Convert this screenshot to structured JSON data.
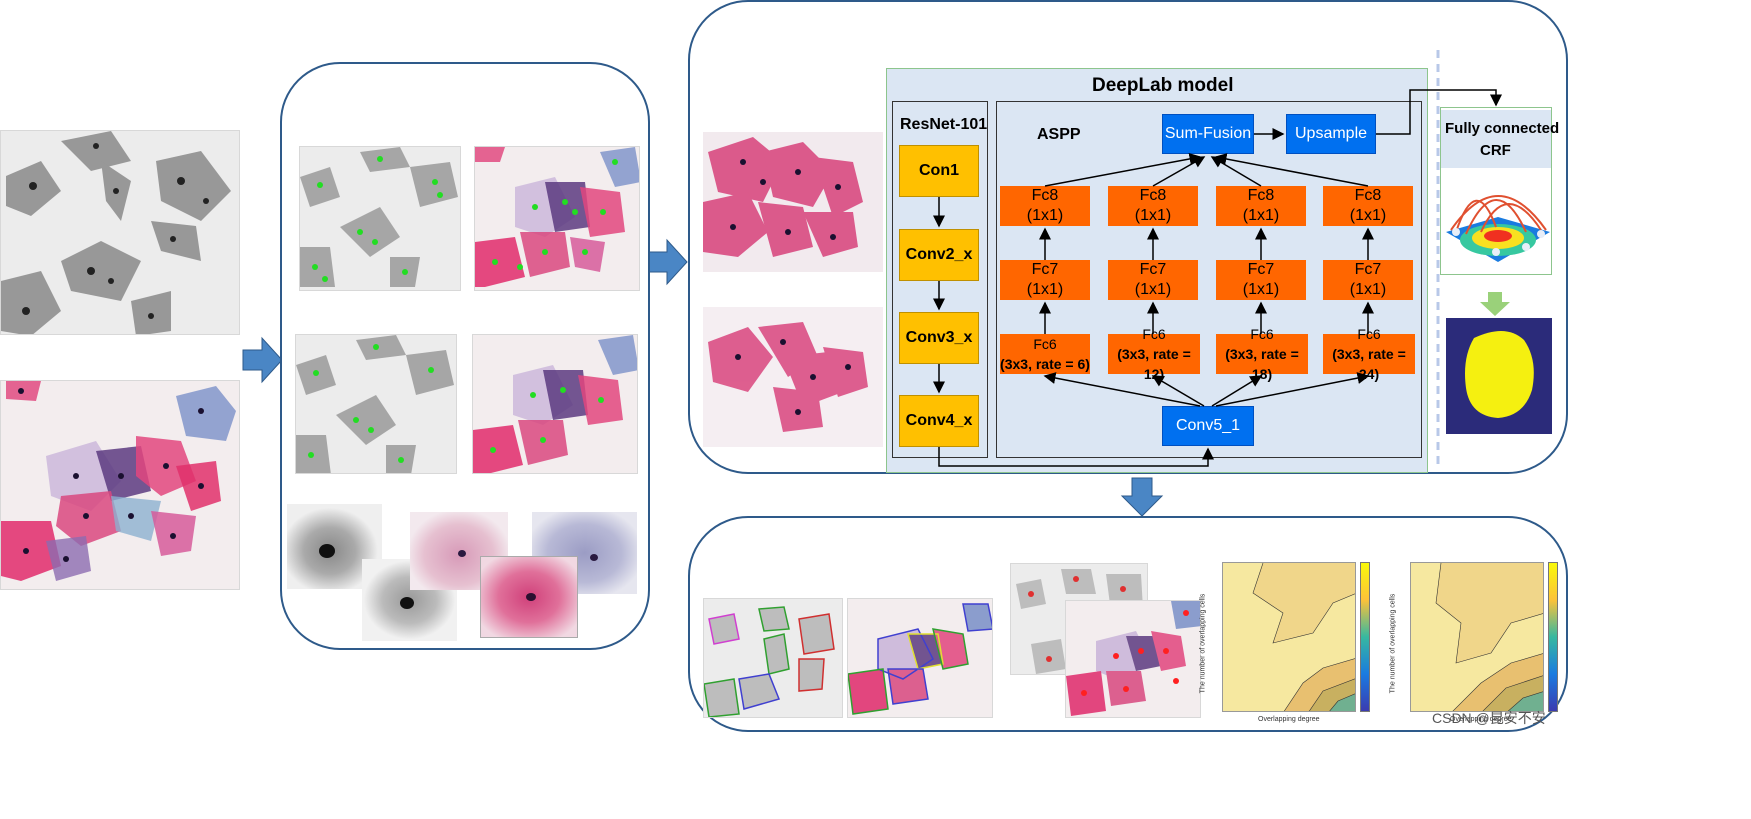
{
  "deeplab": {
    "title": "DeepLab model",
    "resnet_title": "ResNet-101",
    "aspp_title": "ASPP",
    "backbone": [
      "Con1",
      "Conv2_x",
      "Conv3_x",
      "Conv4_x"
    ],
    "conv5": "Conv5_1",
    "sum_fusion": "Sum-Fusion",
    "upsample": "Upsample",
    "branches": [
      {
        "fc8_a": "Fc8",
        "fc8_b": "(1x1)",
        "fc7_a": "Fc7",
        "fc7_b": "(1x1)",
        "fc6_a": "Fc6",
        "fc6_b": "(3x3, rate = 6)"
      },
      {
        "fc8_a": "Fc8",
        "fc8_b": "(1x1)",
        "fc7_a": "Fc7",
        "fc7_b": "(1x1)",
        "fc6_a": "Fc6",
        "fc6_b": "(3x3, rate = 12)"
      },
      {
        "fc8_a": "Fc8",
        "fc8_b": "(1x1)",
        "fc7_a": "Fc7",
        "fc7_b": "(1x1)",
        "fc6_a": "Fc6",
        "fc6_b": "(3x3, rate = 18)"
      },
      {
        "fc8_a": "Fc8",
        "fc8_b": "(1x1)",
        "fc7_a": "Fc7",
        "fc7_b": "(1x1)",
        "fc6_a": "Fc6",
        "fc6_b": "(3x3, rate = 24)"
      }
    ]
  },
  "crf": {
    "line1": "Fully connected",
    "line2": "CRF"
  },
  "plots": {
    "ylabel": "The number of overlapping cells",
    "xlabel": "Overlapping degree"
  },
  "watermark": "CSDN @昆安不安",
  "colors": {
    "panel_border": "#2e5a8a",
    "arrow_blue": "#4a86c5",
    "yellow": "#ffc000",
    "orange": "#ff6600",
    "blue": "#0070f0"
  }
}
